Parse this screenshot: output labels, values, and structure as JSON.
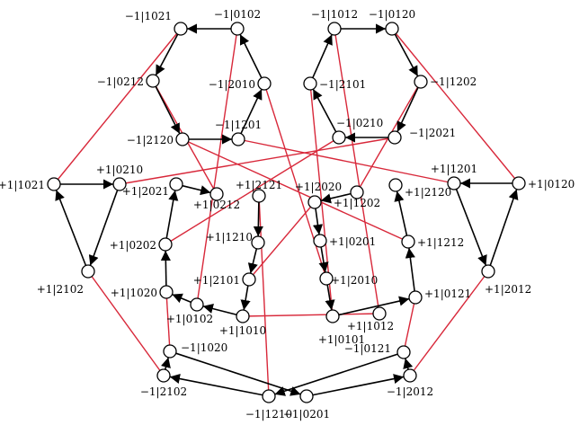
{
  "colors": {
    "directed_edge": "#000000",
    "undirected_edge": "#d8283a",
    "node_fill": "#ffffff"
  },
  "nodes": [
    {
      "id": "n_m1021",
      "label": "−1|1021"
    },
    {
      "id": "n_m0102",
      "label": "−1|0102"
    },
    {
      "id": "n_m0212",
      "label": "−1|0212"
    },
    {
      "id": "n_m2010",
      "label": "−1|2010"
    },
    {
      "id": "n_m2120",
      "label": "−1|2120"
    },
    {
      "id": "n_m1201",
      "label": "−1|1201"
    },
    {
      "id": "n_m1012",
      "label": "−1|1012"
    },
    {
      "id": "n_m0120",
      "label": "−1|0120"
    },
    {
      "id": "n_m2101",
      "label": "−1|2101"
    },
    {
      "id": "n_m1202",
      "label": "−1|1202"
    },
    {
      "id": "n_m0210",
      "label": "−1|0210"
    },
    {
      "id": "n_m2021",
      "label": "−1|2021"
    },
    {
      "id": "n_p1021",
      "label": "+1|1021"
    },
    {
      "id": "n_p0210",
      "label": "+1|0210"
    },
    {
      "id": "n_p2021",
      "label": "+1|2021"
    },
    {
      "id": "n_p0212",
      "label": "+1|0212"
    },
    {
      "id": "n_p2121",
      "label": "+1|2121"
    },
    {
      "id": "n_p2020",
      "label": "+1|2020"
    },
    {
      "id": "n_p1202",
      "label": "+1|1202"
    },
    {
      "id": "n_p2120",
      "label": "+1|2120"
    },
    {
      "id": "n_p1201",
      "label": "+1|1201"
    },
    {
      "id": "n_p0120",
      "label": "+1|0120"
    },
    {
      "id": "n_p0202",
      "label": "+1|0202"
    },
    {
      "id": "n_p1210",
      "label": "+1|1210"
    },
    {
      "id": "n_p0201",
      "label": "+1|0201"
    },
    {
      "id": "n_p1212",
      "label": "+1|1212"
    },
    {
      "id": "n_p2102",
      "label": "+1|2102"
    },
    {
      "id": "n_p2012",
      "label": "+1|2012"
    },
    {
      "id": "n_p1020",
      "label": "+1|1020"
    },
    {
      "id": "n_p2101",
      "label": "+1|2101"
    },
    {
      "id": "n_p2010",
      "label": "+1|2010"
    },
    {
      "id": "n_p0121",
      "label": "+1|0121"
    },
    {
      "id": "n_p0102",
      "label": "+1|0102"
    },
    {
      "id": "n_p1010",
      "label": "+1|1010"
    },
    {
      "id": "n_p0101",
      "label": "+1|0101"
    },
    {
      "id": "n_p1012",
      "label": "+1|1012"
    },
    {
      "id": "n_m1020",
      "label": "−1|1020"
    },
    {
      "id": "n_m0121",
      "label": "−1|0121"
    },
    {
      "id": "n_m2102",
      "label": "−1|2102"
    },
    {
      "id": "n_m2012",
      "label": "−1|2012"
    },
    {
      "id": "n_m1210",
      "label": "−1|1210"
    },
    {
      "id": "n_m0201",
      "label": "−1|0201"
    }
  ],
  "directed_edges": [
    [
      "n_m0102",
      "n_m1021"
    ],
    [
      "n_m1021",
      "n_m0212"
    ],
    [
      "n_m0212",
      "n_m2120"
    ],
    [
      "n_m2120",
      "n_m1201"
    ],
    [
      "n_m1201",
      "n_m2010"
    ],
    [
      "n_m2010",
      "n_m0102"
    ],
    [
      "n_m1012",
      "n_m0120"
    ],
    [
      "n_m0120",
      "n_m1202"
    ],
    [
      "n_m1202",
      "n_m2021"
    ],
    [
      "n_m2021",
      "n_m0210"
    ],
    [
      "n_m0210",
      "n_m2101"
    ],
    [
      "n_m2101",
      "n_m1012"
    ],
    [
      "n_p1021",
      "n_p0210"
    ],
    [
      "n_p0210",
      "n_p2102"
    ],
    [
      "n_p2102",
      "n_p1021"
    ],
    [
      "n_p0120",
      "n_p1201"
    ],
    [
      "n_p1201",
      "n_p2012"
    ],
    [
      "n_p2012",
      "n_p0120"
    ],
    [
      "n_p2021",
      "n_p0212"
    ],
    [
      "n_p2121",
      "n_p1210"
    ],
    [
      "n_p1210",
      "n_p2101"
    ],
    [
      "n_p2101",
      "n_p1010"
    ],
    [
      "n_p1010",
      "n_p0102"
    ],
    [
      "n_p0102",
      "n_p1020"
    ],
    [
      "n_p1020",
      "n_p0202"
    ],
    [
      "n_p0202",
      "n_p2021"
    ],
    [
      "n_p1202",
      "n_p2020"
    ],
    [
      "n_p2020",
      "n_p0201"
    ],
    [
      "n_p0201",
      "n_p2010"
    ],
    [
      "n_p2010",
      "n_p0101"
    ],
    [
      "n_p0101",
      "n_p0121"
    ],
    [
      "n_p0121",
      "n_p1212"
    ],
    [
      "n_p1212",
      "n_p2120"
    ],
    [
      "n_m2102",
      "n_m1020"
    ],
    [
      "n_m1020",
      "n_m0201"
    ],
    [
      "n_m0201",
      "n_m2012"
    ],
    [
      "n_m2012",
      "n_m0121"
    ],
    [
      "n_m0121",
      "n_m1210"
    ],
    [
      "n_m1210",
      "n_m2102"
    ]
  ],
  "undirected_edges": [
    [
      "n_m1021",
      "n_p1021"
    ],
    [
      "n_m0120",
      "n_p0120"
    ],
    [
      "n_m0102",
      "n_p0102"
    ],
    [
      "n_m1012",
      "n_p1012"
    ],
    [
      "n_m0212",
      "n_p0212"
    ],
    [
      "n_m2120",
      "n_p1212"
    ],
    [
      "n_m1201",
      "n_p1201"
    ],
    [
      "n_m2010",
      "n_p2010"
    ],
    [
      "n_m2101",
      "n_p0101"
    ],
    [
      "n_m0210",
      "n_p0202"
    ],
    [
      "n_m1202",
      "n_p1202"
    ],
    [
      "n_m2021",
      "n_p0210"
    ],
    [
      "n_p2121",
      "n_m1210"
    ],
    [
      "n_p2020",
      "n_p2101"
    ],
    [
      "n_p1010",
      "n_p1012"
    ],
    [
      "n_p1020",
      "n_m1020"
    ],
    [
      "n_p0121",
      "n_m0121"
    ],
    [
      "n_p2102",
      "n_m2102"
    ],
    [
      "n_p2012",
      "n_m2012"
    ]
  ]
}
